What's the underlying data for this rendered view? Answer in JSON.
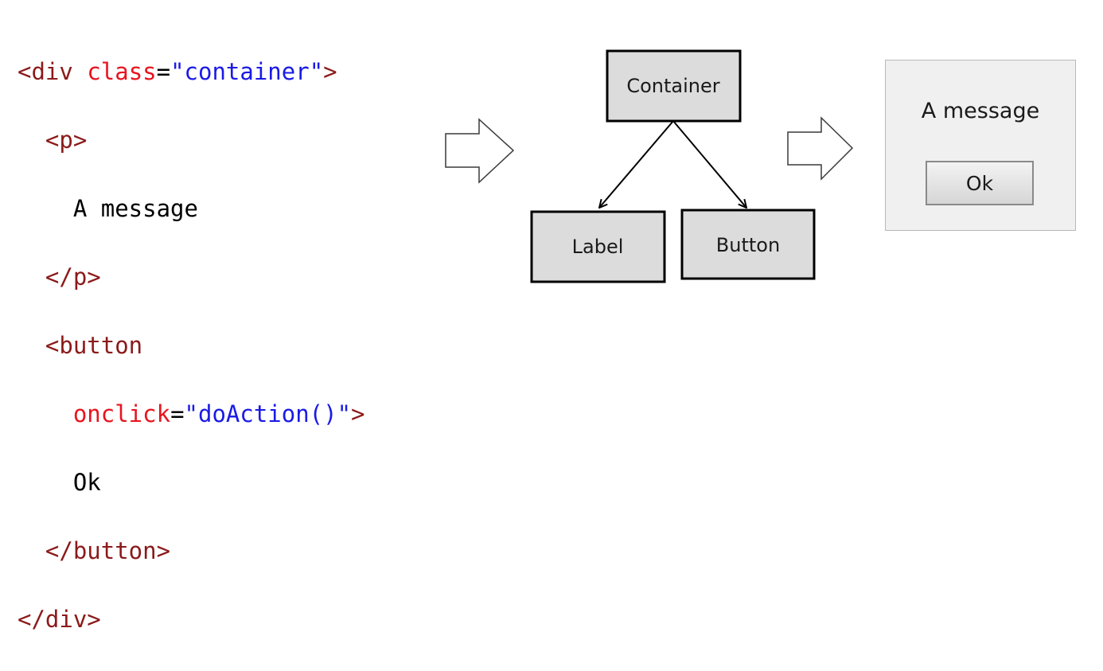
{
  "code": {
    "line1": {
      "open": "<div ",
      "attr": "class",
      "eq": "=",
      "value": "\"container\"",
      "close": ">"
    },
    "line2": {
      "tag": "<p>"
    },
    "line3": {
      "text": "A message"
    },
    "line4": {
      "tag": "</p>"
    },
    "line5": {
      "tag": "<button"
    },
    "line6": {
      "attr": "onclick",
      "eq": "=",
      "value": "\"doAction()\"",
      "close": ">"
    },
    "line7": {
      "text": "Ok"
    },
    "line8": {
      "tag": "</button>"
    },
    "line9": {
      "tag": "</div>"
    }
  },
  "tree": {
    "root": "Container",
    "children": [
      "Label",
      "Button"
    ]
  },
  "rendered": {
    "message": "A message",
    "button": "Ok"
  },
  "colors": {
    "tag": "#8b1a1a",
    "attribute": "#e8141e",
    "string": "#1a1ae6",
    "node_fill": "#dcdcdc",
    "window_bg": "#f0f0f0"
  }
}
